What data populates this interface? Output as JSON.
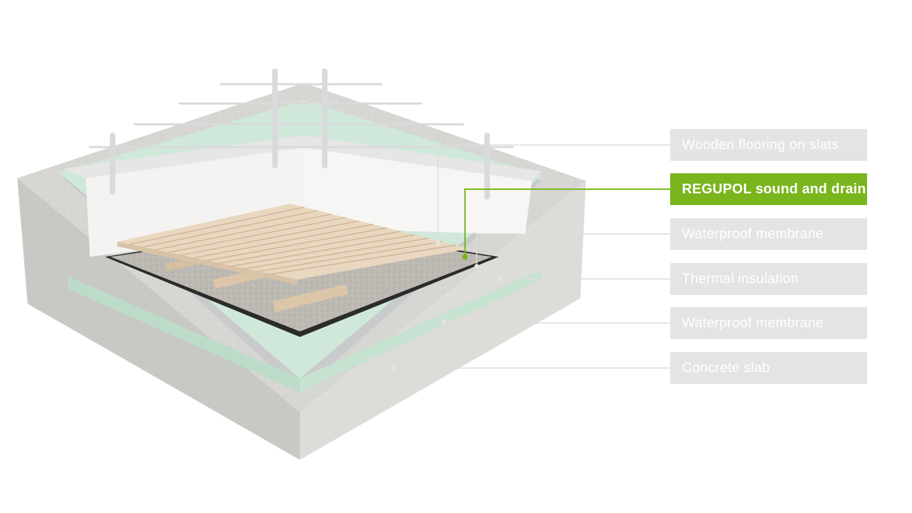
{
  "legend": {
    "items": [
      {
        "label": "Wooden flooring on slats",
        "highlighted": false
      },
      {
        "label": "REGUPOL sound and drain",
        "highlighted": true
      },
      {
        "label": "Waterproof membrane",
        "highlighted": false
      },
      {
        "label": "Thermal insulation",
        "highlighted": false
      },
      {
        "label": "Waterproof membrane",
        "highlighted": false
      },
      {
        "label": "Concrete slab",
        "highlighted": false
      }
    ]
  },
  "colors": {
    "accent": "#7ab51d",
    "label_background": "#e4e4e4",
    "label_text": "#ffffff",
    "concrete": "#d6d6d3",
    "insulation": "#cfe8da",
    "membrane": "#2b2b2b",
    "gravel": "#bdbab3",
    "wood": "#e9d7c0",
    "wall": "#f4f3f1",
    "railing": "#d9dadc",
    "leader_line": "#dcdcdc"
  }
}
